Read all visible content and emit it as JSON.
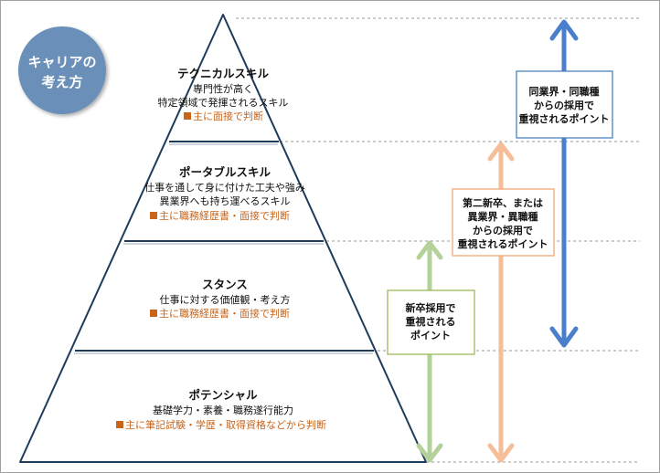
{
  "badge": {
    "line1": "キャリアの",
    "line2": "考え方"
  },
  "levels": [
    {
      "title": "テクニカルスキル",
      "lines": [
        "専門性が高く",
        "特定領域で発揮されるスキル"
      ],
      "note": "主に面接で判断"
    },
    {
      "title": "ポータブルスキル",
      "lines": [
        "仕事を通して身に付けた工夫や強み",
        "異業界へも持ち運べるスキル"
      ],
      "note": "主に職務経歴書・面接で判断"
    },
    {
      "title": "スタンス",
      "lines": [
        "仕事に対する価値観・考え方"
      ],
      "note": "主に職務経歴書・面接で判断"
    },
    {
      "title": "ポテンシャル",
      "lines": [
        "基礎学力・素養・職務遂行能力"
      ],
      "note": "主に筆記試験・学歴・取得資格などから判断"
    }
  ],
  "arrows": [
    {
      "lines": [
        "新卒採用で",
        "重視される",
        "ポイント"
      ],
      "color": "#b5d19a",
      "box_border": "#9bbb59"
    },
    {
      "lines": [
        "第二新卒、または",
        "異業界・異職種",
        "からの採用で",
        "重視されるポイント"
      ],
      "color": "#f6be98",
      "box_border": "#f2a878"
    },
    {
      "lines": [
        "同業界・同職種",
        "からの採用で",
        "重視されるポイント"
      ],
      "color": "#4a7fcb",
      "box_border": "#4f81bd"
    }
  ],
  "colors": {
    "badge": "#6b8fb8",
    "note": "#c8651b"
  }
}
